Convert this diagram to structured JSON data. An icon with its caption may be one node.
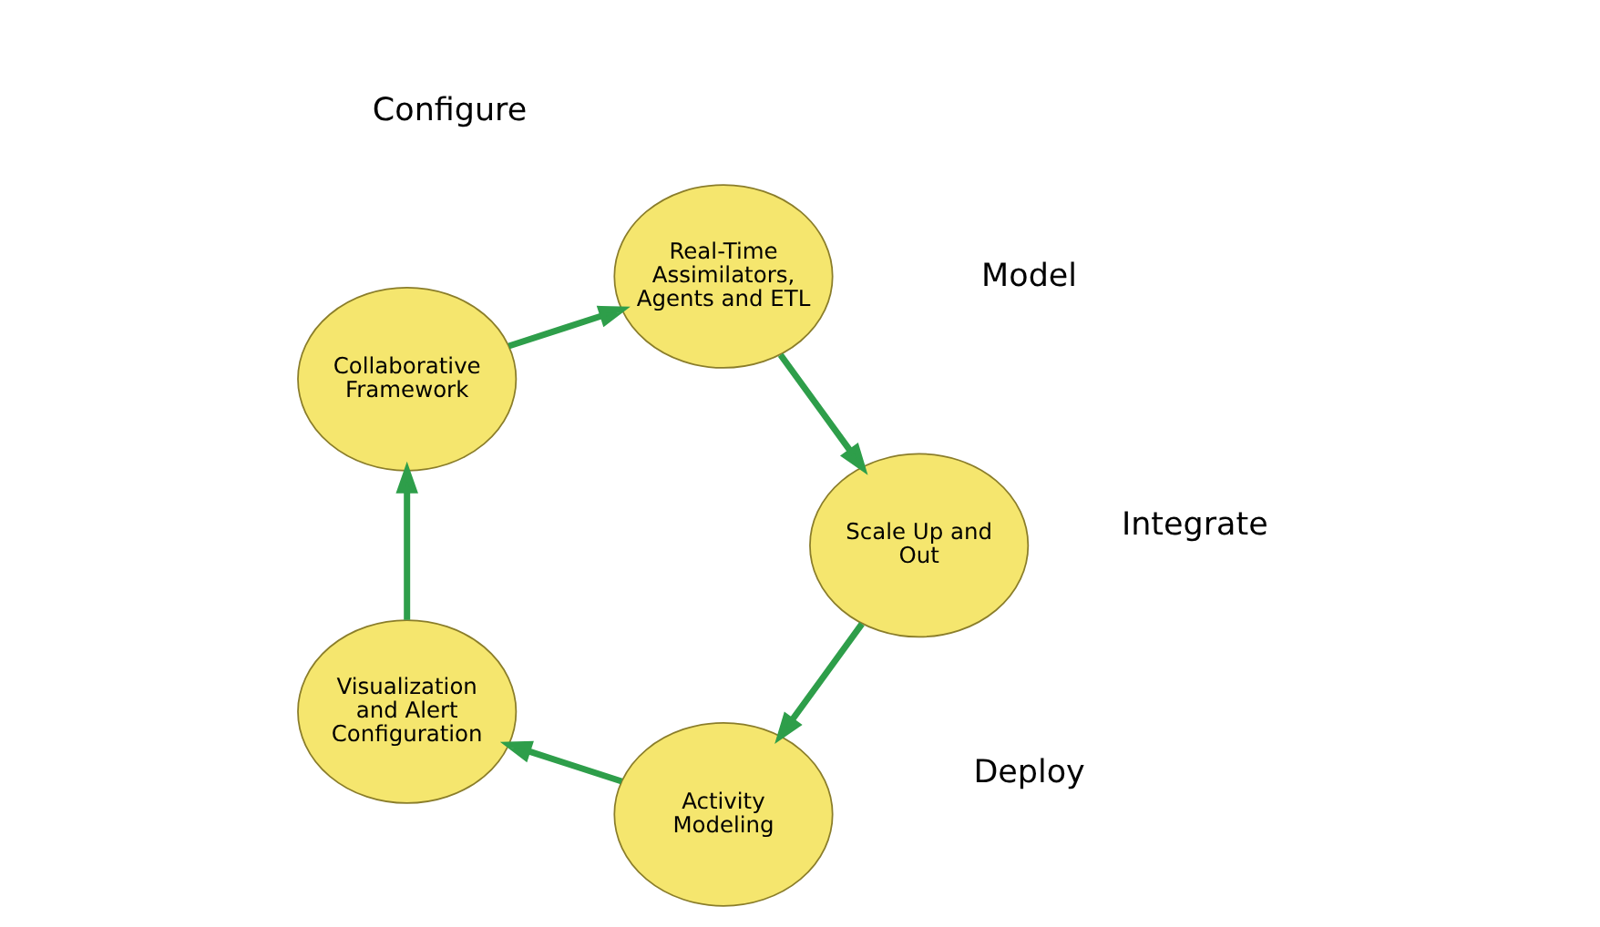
{
  "diagram": {
    "nodes": [
      {
        "text": [
          "Activity Modeling"
        ]
      },
      {
        "text": [
          "Visualization and Alert Configuration"
        ]
      },
      {
        "text": [
          "Collaborative Framework"
        ]
      },
      {
        "text": [
          "Real-Time Assimilators, Agents and ETL"
        ]
      },
      {
        "text": [
          "Scale Up and Out"
        ]
      }
    ],
    "edges": [
      {
        "from": 0,
        "to": 1,
        "arrow": "to"
      },
      {
        "from": 1,
        "to": 2,
        "arrow": "to"
      },
      {
        "from": 2,
        "to": 3,
        "arrow": "to"
      },
      {
        "from": 3,
        "to": 4,
        "arrow": "to"
      },
      {
        "from": 4,
        "to": 0,
        "arrow": "to"
      }
    ],
    "labels": [
      "Model",
      "Deploy",
      "Configure",
      "Integrate"
    ]
  }
}
